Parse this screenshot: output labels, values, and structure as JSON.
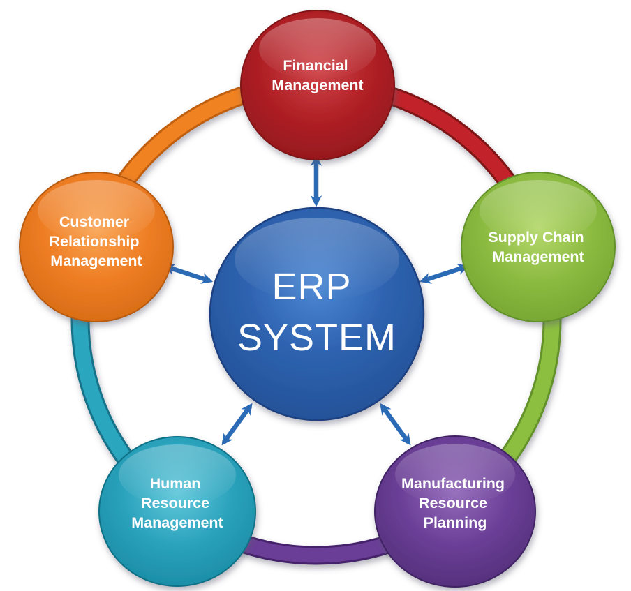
{
  "diagram_title": "ERP SYSTEM",
  "center_node": {
    "id": "erp-system",
    "lines": [
      "ERP",
      "SYSTEM"
    ],
    "color": "#2e63b0"
  },
  "nodes": [
    {
      "id": "financial-management",
      "lines": [
        "Financial",
        "Management"
      ],
      "color": "#b02025",
      "arc_color": "#c2222a"
    },
    {
      "id": "supply-chain-management",
      "lines": [
        "Supply Chain",
        "Management"
      ],
      "color": "#8cbb41",
      "arc_color": "#8cbf3f"
    },
    {
      "id": "manufacturing-resource-planning",
      "lines": [
        "Manufacturing",
        "Resource",
        "Planning"
      ],
      "color": "#6a3e96",
      "arc_color": "#6a3d97"
    },
    {
      "id": "human-resource-management",
      "lines": [
        "Human",
        "Resource",
        "Management"
      ],
      "color": "#2aa2bc",
      "arc_color": "#2aa6be"
    },
    {
      "id": "customer-relationship-management",
      "lines": [
        "Customer",
        "Relationship",
        "Management"
      ],
      "color": "#ee7d23",
      "arc_color": "#f08223"
    }
  ],
  "connectors": {
    "shape": "double-headed-arrow",
    "color": "#2b6ab4"
  }
}
